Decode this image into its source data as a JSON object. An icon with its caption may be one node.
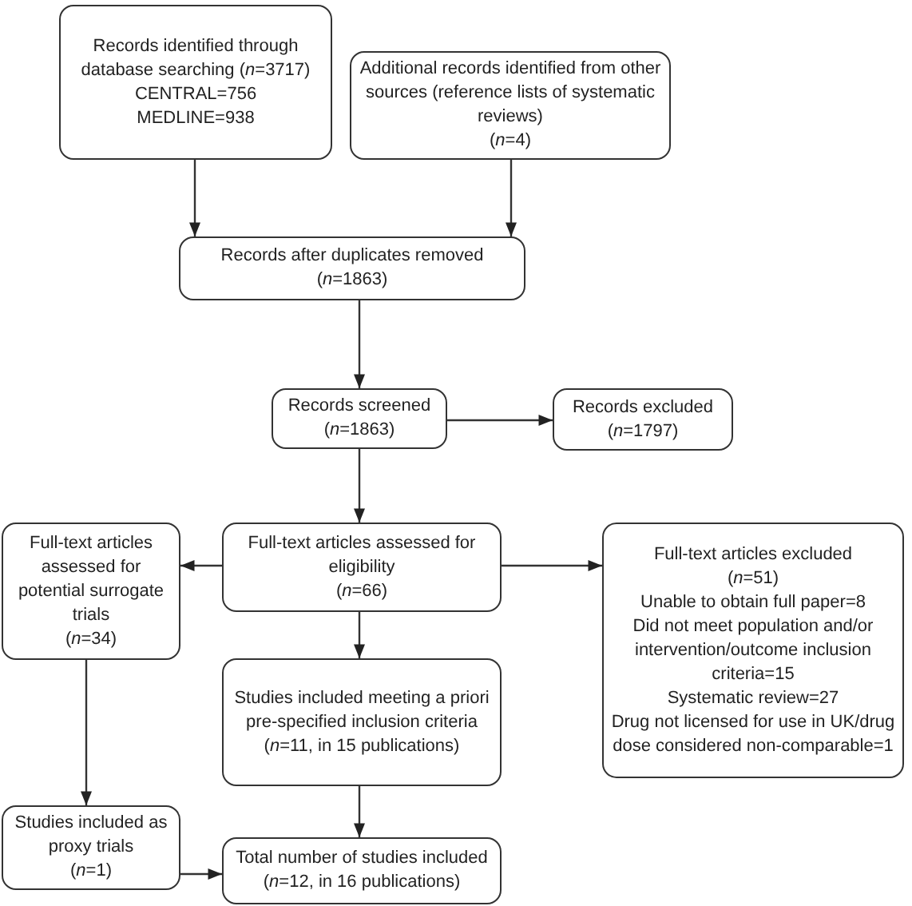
{
  "diagram": {
    "nodes": [
      {
        "text": [
          "Records identified through database searching (*n*=3717)",
          "CENTRAL=756",
          "MEDLINE=938"
        ]
      },
      {
        "text": [
          "Additional records identified from other sources (reference lists of systematic reviews)",
          "(*n*=4)"
        ]
      },
      {
        "text": [
          "Records after duplicates removed",
          "(*n*=1863)"
        ]
      },
      {
        "text": [
          "Records screened",
          "(*n*=1863)"
        ]
      },
      {
        "text": [
          "Records excluded",
          "(*n*=1797)"
        ]
      },
      {
        "text": [
          "Full-text articles assessed for eligibility",
          "(*n*=66)"
        ]
      },
      {
        "text": [
          "Full-text articles assessed for potential surrogate trials",
          "(*n*=34)"
        ]
      },
      {
        "text": [
          "Full-text articles excluded",
          "(*n*=51)",
          "Unable to obtain full paper=8",
          "Did not meet population and/or intervention/outcome inclusion criteria=15",
          "Systematic review=27",
          "Drug not licensed for use in UK/drug dose considered non-comparable=1"
        ]
      },
      {
        "text": [
          "Studies included meeting a priori pre-specified inclusion criteria",
          "(*n*=11, in 15 publications)"
        ]
      },
      {
        "text": [
          "Studies included as proxy trials",
          "(*n*=1)"
        ]
      },
      {
        "text": [
          "Total number of studies included",
          "(*n*=12, in 16 publications)"
        ]
      }
    ],
    "edges": [
      {
        "from": 0,
        "to": 2,
        "arrow": "to"
      },
      {
        "from": 1,
        "to": 2,
        "arrow": "to"
      },
      {
        "from": 2,
        "to": 3,
        "arrow": "to"
      },
      {
        "from": 3,
        "to": 4,
        "arrow": "to"
      },
      {
        "from": 3,
        "to": 5,
        "arrow": "to"
      },
      {
        "from": 5,
        "to": 6,
        "arrow": "to"
      },
      {
        "from": 5,
        "to": 7,
        "arrow": "to"
      },
      {
        "from": 5,
        "to": 8,
        "arrow": "to"
      },
      {
        "from": 6,
        "to": 9,
        "arrow": "to"
      },
      {
        "from": 8,
        "to": 10,
        "arrow": "to"
      },
      {
        "from": 9,
        "to": 10,
        "arrow": "to"
      }
    ]
  }
}
